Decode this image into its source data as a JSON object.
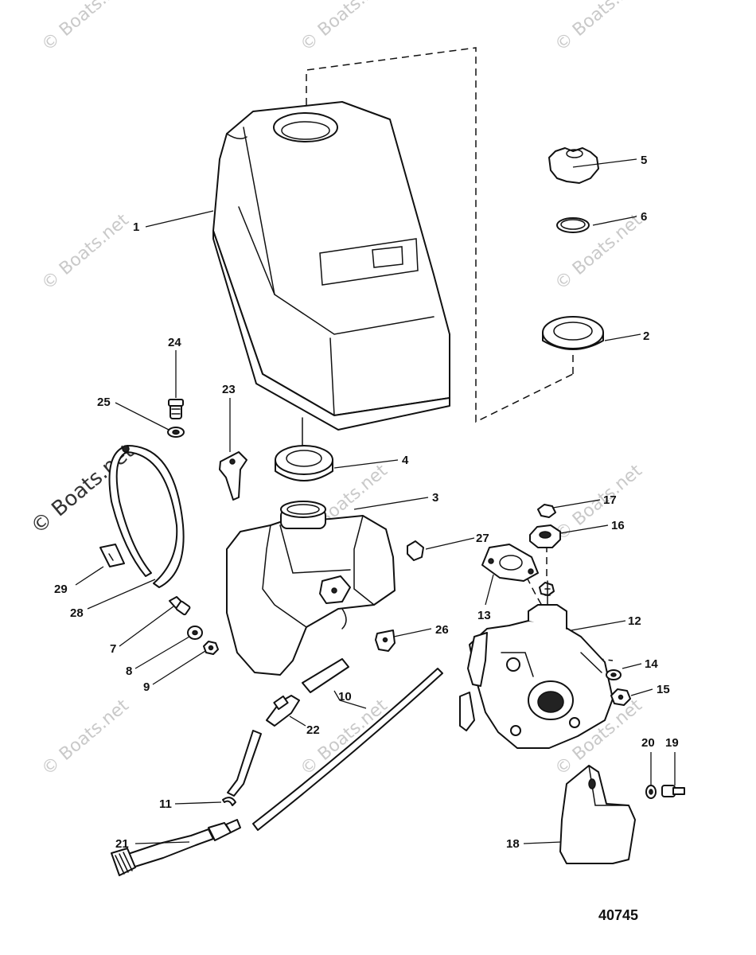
{
  "watermark": {
    "text": "© Boats.net",
    "featured_text": "© Boats.net"
  },
  "drawing_number": "40745",
  "callouts": [
    {
      "label": "1"
    },
    {
      "label": "2"
    },
    {
      "label": "3"
    },
    {
      "label": "4"
    },
    {
      "label": "5"
    },
    {
      "label": "6"
    },
    {
      "label": "7"
    },
    {
      "label": "8"
    },
    {
      "label": "9"
    },
    {
      "label": "10"
    },
    {
      "label": "11"
    },
    {
      "label": "12"
    },
    {
      "label": "13"
    },
    {
      "label": "14"
    },
    {
      "label": "15"
    },
    {
      "label": "16"
    },
    {
      "label": "17"
    },
    {
      "label": "18"
    },
    {
      "label": "19"
    },
    {
      "label": "20"
    },
    {
      "label": "21"
    },
    {
      "label": "22"
    },
    {
      "label": "23"
    },
    {
      "label": "24"
    },
    {
      "label": "25"
    },
    {
      "label": "26"
    },
    {
      "label": "27"
    },
    {
      "label": "28"
    },
    {
      "label": "29"
    }
  ]
}
